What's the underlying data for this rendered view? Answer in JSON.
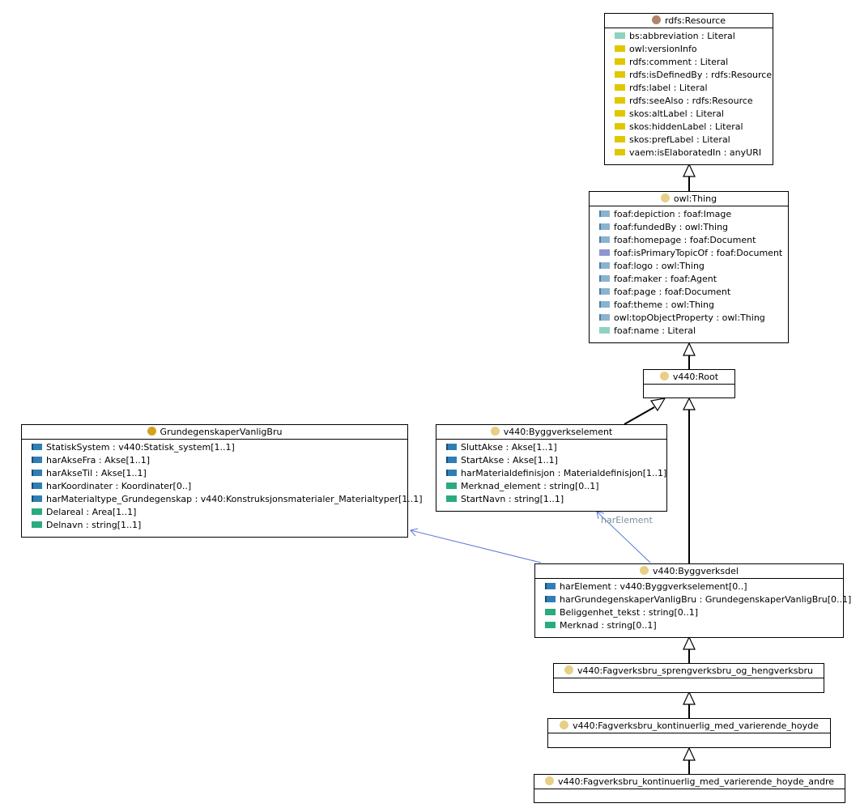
{
  "colors": {
    "literal_icon": "#8fd3bf",
    "annotation_icon": "#e0c700",
    "object_property_icon": "#8ab3cf",
    "datatype_icon": "#2aab7d",
    "class_dot": "#e8cf87",
    "resource_dot": "#b0856a",
    "association_line": "#5a78d8"
  },
  "classes": {
    "resource": {
      "title": "rdfs:Resource",
      "dot_color": "#b0856a",
      "attributes": [
        {
          "icon": "literal-icon",
          "text": "bs:abbreviation : Literal"
        },
        {
          "icon": "annotation-icon",
          "text": "owl:versionInfo"
        },
        {
          "icon": "annotation-icon",
          "text": "rdfs:comment : Literal"
        },
        {
          "icon": "annotation-icon",
          "text": "rdfs:isDefinedBy : rdfs:Resource"
        },
        {
          "icon": "annotation-icon",
          "text": "rdfs:label : Literal"
        },
        {
          "icon": "annotation-icon",
          "text": "rdfs:seeAlso : rdfs:Resource"
        },
        {
          "icon": "annotation-icon",
          "text": "skos:altLabel : Literal"
        },
        {
          "icon": "annotation-icon",
          "text": "skos:hiddenLabel : Literal"
        },
        {
          "icon": "annotation-icon",
          "text": "skos:prefLabel : Literal"
        },
        {
          "icon": "annotation-icon",
          "text": "vaem:isElaboratedIn : anyURI"
        }
      ]
    },
    "thing": {
      "title": "owl:Thing",
      "dot_color": "#e8cf87",
      "attributes": [
        {
          "icon": "object-property-icon",
          "text": "foaf:depiction : foaf:Image"
        },
        {
          "icon": "object-property-icon",
          "text": "foaf:fundedBy : owl:Thing"
        },
        {
          "icon": "object-property-icon",
          "text": "foaf:homepage : foaf:Document"
        },
        {
          "icon": "inverse-property-icon",
          "text": "foaf:isPrimaryTopicOf : foaf:Document"
        },
        {
          "icon": "object-property-icon",
          "text": "foaf:logo : owl:Thing"
        },
        {
          "icon": "object-property-icon",
          "text": "foaf:maker : foaf:Agent"
        },
        {
          "icon": "object-property-icon",
          "text": "foaf:page : foaf:Document"
        },
        {
          "icon": "object-property-icon",
          "text": "foaf:theme : owl:Thing"
        },
        {
          "icon": "object-property-icon",
          "text": "owl:topObjectProperty : owl:Thing"
        },
        {
          "icon": "literal-icon",
          "text": "foaf:name : Literal"
        }
      ]
    },
    "root": {
      "title": "v440:Root",
      "dot_color": "#e8cf87",
      "attributes": []
    },
    "grunnegenskaper": {
      "title": "GrundegenskaperVanligBru",
      "dot_color": "#d3a21f",
      "attributes": [
        {
          "icon": "object-link-icon",
          "text": "StatiskSystem : v440:Statisk_system[1..1]"
        },
        {
          "icon": "object-link-icon",
          "text": "harAkseFra : Akse[1..1]"
        },
        {
          "icon": "object-link-icon",
          "text": "harAkseTil : Akse[1..1]"
        },
        {
          "icon": "object-link-icon",
          "text": "harKoordinater : Koordinater[0..]"
        },
        {
          "icon": "object-link-icon",
          "text": "harMaterialtype_Grundegenskap : v440:Konstruksjonsmaterialer_Materialtyper[1..1]"
        },
        {
          "icon": "datatype-icon",
          "text": "Delareal : Area[1..1]"
        },
        {
          "icon": "datatype-icon",
          "text": "Delnavn : string[1..1]"
        }
      ]
    },
    "byggverkselement": {
      "title": "v440:Byggverkselement",
      "dot_color": "#e8cf87",
      "attributes": [
        {
          "icon": "object-link-icon",
          "text": "SluttAkse : Akse[1..1]"
        },
        {
          "icon": "object-link-icon",
          "text": "StartAkse : Akse[1..1]"
        },
        {
          "icon": "object-link-icon",
          "text": "harMaterialdefinisjon : Materialdefinisjon[1..1]"
        },
        {
          "icon": "datatype-icon",
          "text": "Merknad_element : string[0..1]"
        },
        {
          "icon": "datatype-icon",
          "text": "StartNavn : string[1..1]"
        }
      ]
    },
    "byggverksdel": {
      "title": "v440:Byggverksdel",
      "dot_color": "#e8cf87",
      "attributes": [
        {
          "icon": "object-link-icon",
          "text": "harElement : v440:Byggverkselement[0..]"
        },
        {
          "icon": "object-link-icon",
          "text": "harGrundegenskaperVanligBru : GrundegenskaperVanligBru[0..1]"
        },
        {
          "icon": "datatype-icon",
          "text": "Beliggenhet_tekst : string[0..1]"
        },
        {
          "icon": "datatype-icon",
          "text": "Merknad : string[0..1]"
        }
      ]
    },
    "fagverksbru_spreng": {
      "title": "v440:Fagverksbru_sprengverksbru_og_hengverksbru",
      "dot_color": "#e8cf87",
      "attributes": []
    },
    "fagverksbru_kont": {
      "title": "v440:Fagverksbru_kontinuerlig_med_varierende_hoyde",
      "dot_color": "#e8cf87",
      "attributes": []
    },
    "fagverksbru_kont_andre": {
      "title": "v440:Fagverksbru_kontinuerlig_med_varierende_hoyde_andre",
      "dot_color": "#e8cf87",
      "attributes": []
    }
  },
  "edge_labels": {
    "har_element": "harElement"
  }
}
